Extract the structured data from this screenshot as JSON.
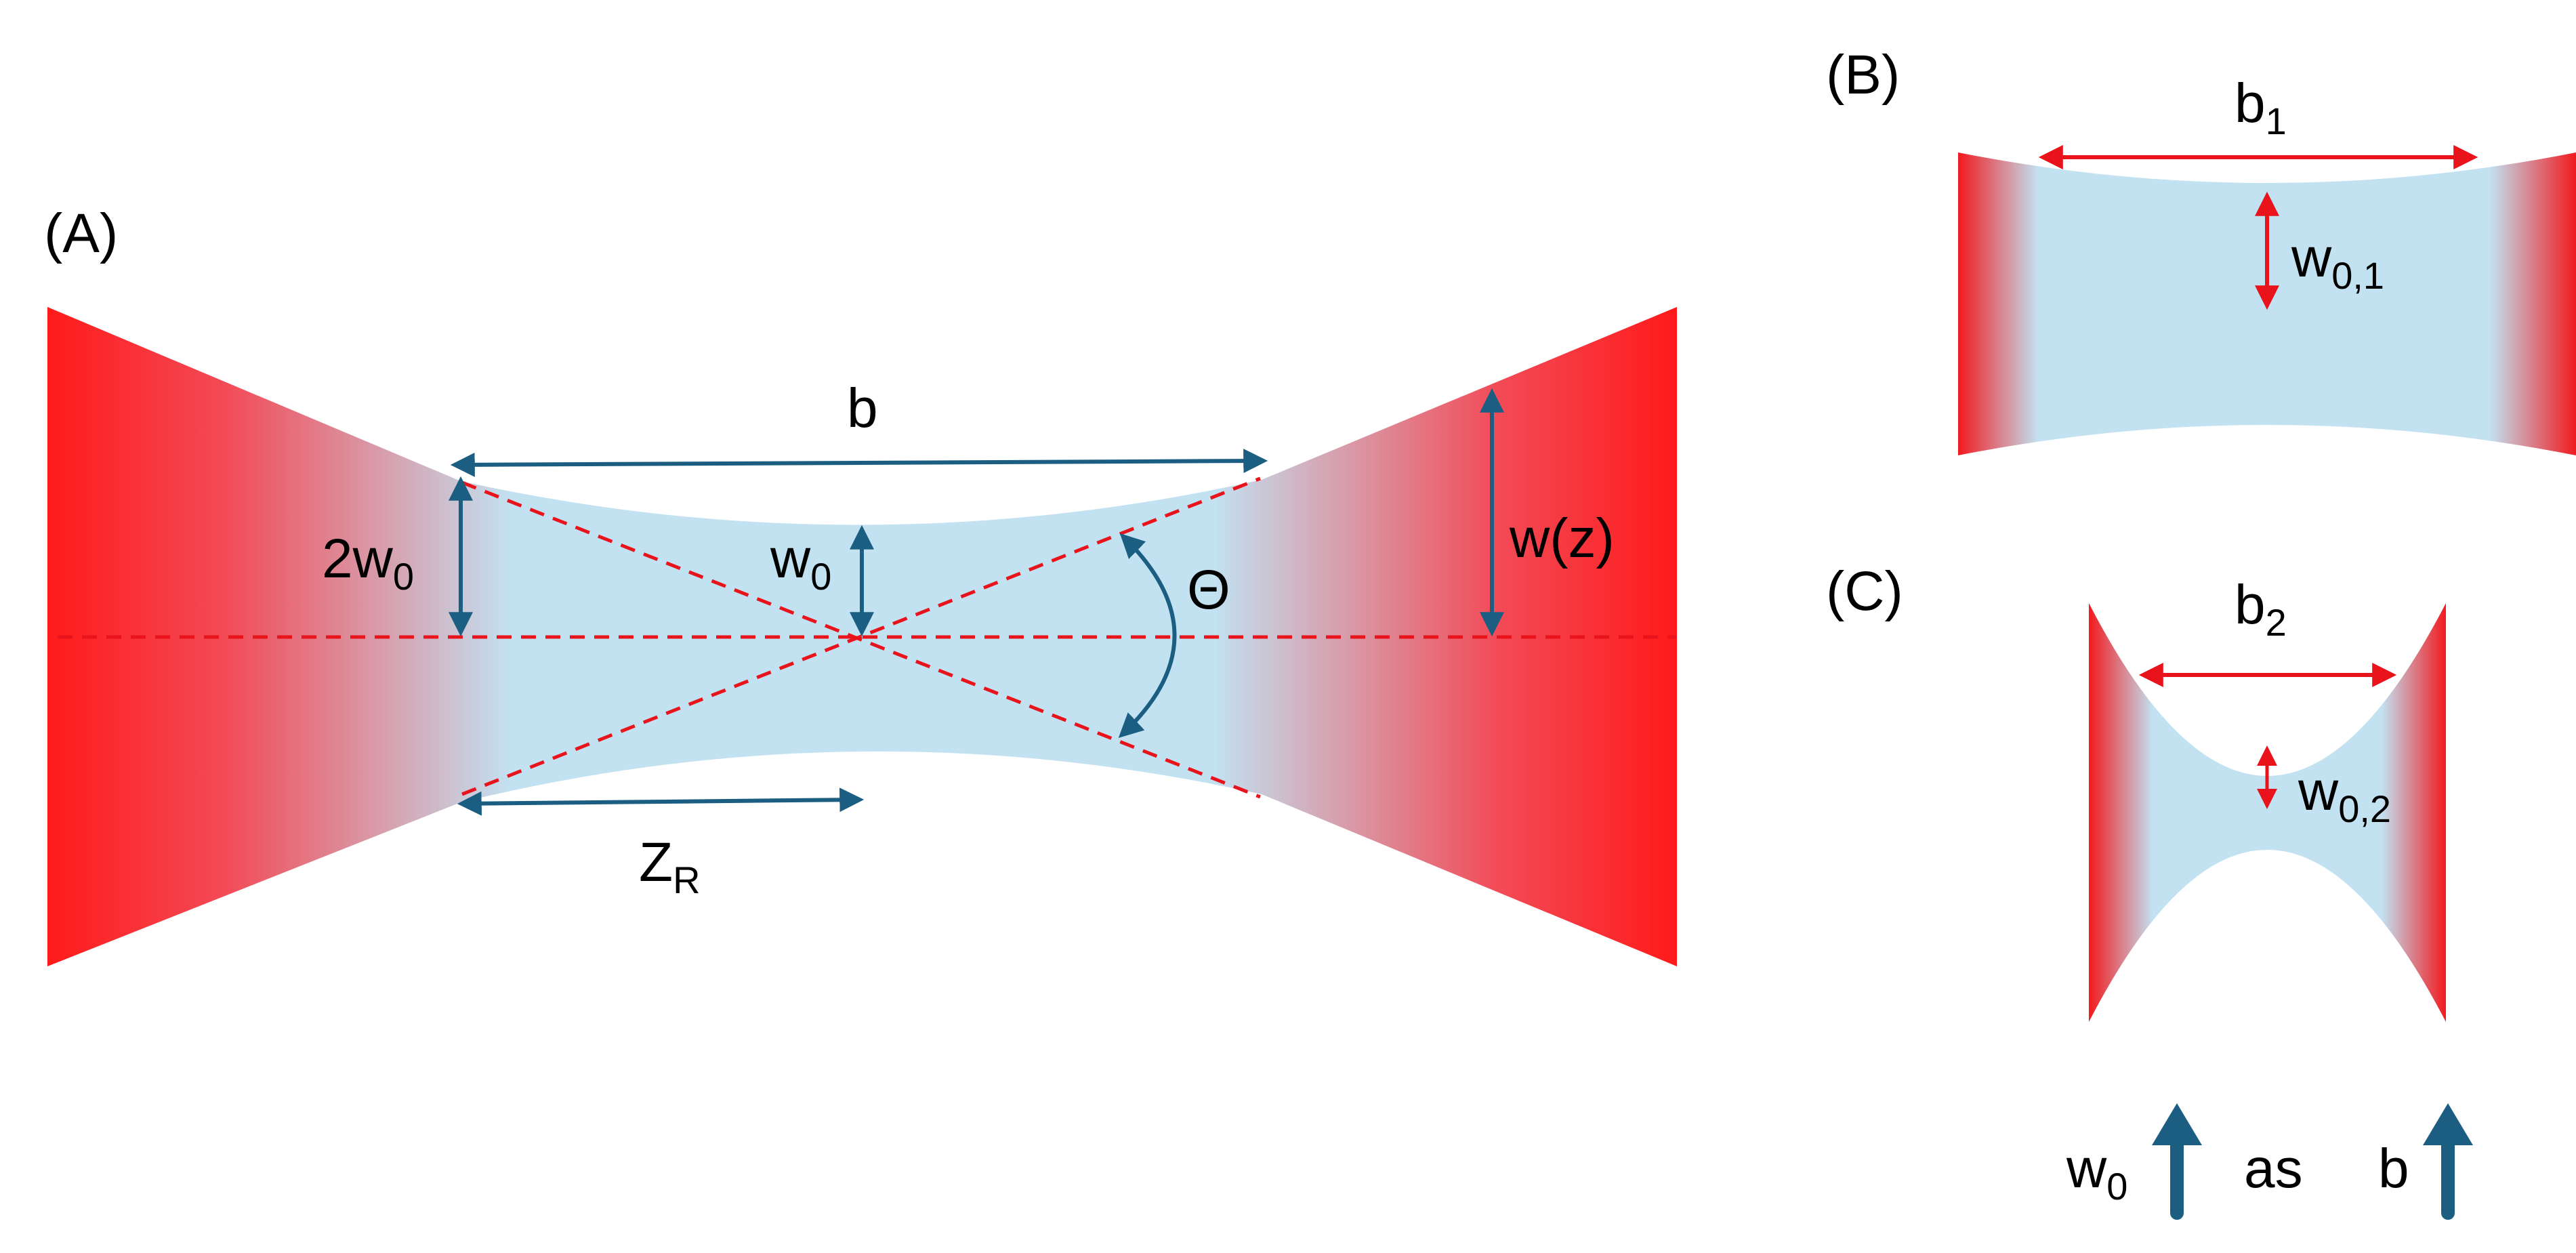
{
  "colors": {
    "beam_red": "#ff1a1a",
    "beam_blue": "#c2e2f2",
    "arrow_dark": "#1b5e82",
    "arrow_red": "#e8131b",
    "axis_dashed": "#e8131b"
  },
  "panel_a": {
    "tag": "(A)",
    "b": "b",
    "two_w0_main": "2w",
    "two_w0_sub": "0",
    "w0_main": "w",
    "w0_sub": "0",
    "wz": "w(z)",
    "theta": "Θ",
    "zr_main": "Z",
    "zr_sub": "R"
  },
  "panel_b": {
    "tag": "(B)",
    "b1_main": "b",
    "b1_sub": "1",
    "w01_main": "w",
    "w01_sub": "0,1"
  },
  "panel_c": {
    "tag": "(C)",
    "b2_main": "b",
    "b2_sub": "2",
    "w02_main": "w",
    "w02_sub": "0,2"
  },
  "relation": {
    "w0_main": "w",
    "w0_sub": "0",
    "as": "as",
    "b": "b",
    "arrow_icon": "up-arrow-icon"
  }
}
